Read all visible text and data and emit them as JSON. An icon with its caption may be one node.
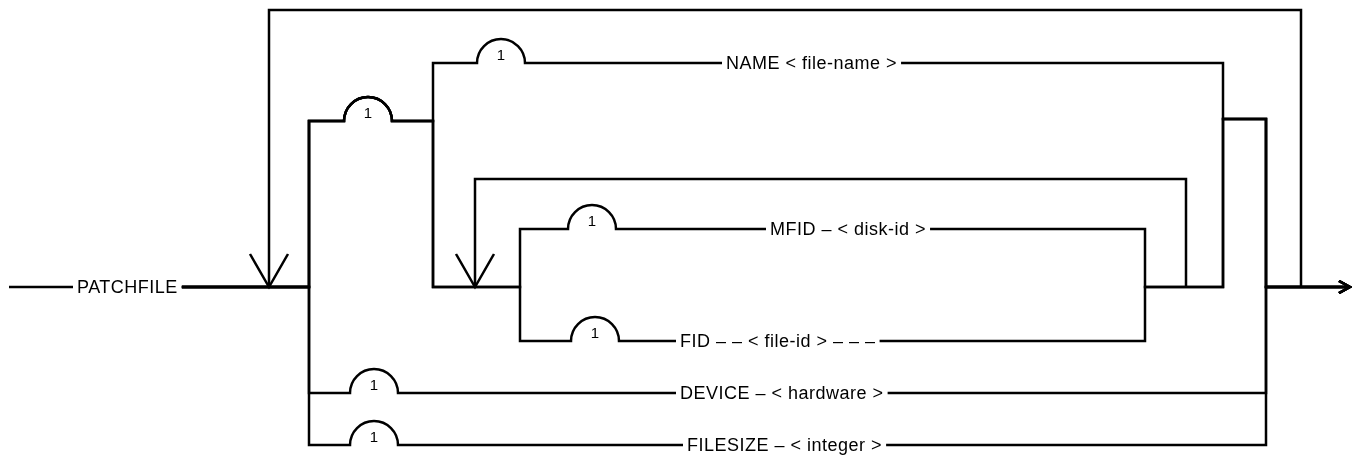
{
  "diagram": {
    "nodes": [
      {
        "text": [
          "PATCHFILE"
        ]
      },
      {
        "text": [
          "NAME < file-name >"
        ]
      },
      {
        "text": [
          "MFID – < disk-id >"
        ]
      },
      {
        "text": [
          "FID – – < file-id > – – –"
        ]
      },
      {
        "text": [
          "DEVICE – < hardware >"
        ]
      },
      {
        "text": [
          "FILESIZE – < integer >"
        ]
      }
    ],
    "edges": [
      {
        "from": null,
        "to": 0,
        "arrow": "none"
      },
      {
        "from": 0,
        "to": 1,
        "arrow": "none"
      },
      {
        "from": 0,
        "to": 2,
        "arrow": "none"
      },
      {
        "from": 0,
        "to": 3,
        "arrow": "none"
      },
      {
        "from": 0,
        "to": 4,
        "arrow": "none"
      },
      {
        "from": 0,
        "to": 5,
        "arrow": "none"
      },
      {
        "from": 1,
        "to": null,
        "arrow": "to"
      },
      {
        "from": 2,
        "to": null,
        "arrow": "to"
      },
      {
        "from": 3,
        "to": null,
        "arrow": "to"
      },
      {
        "from": 4,
        "to": null,
        "arrow": "to"
      },
      {
        "from": 5,
        "to": null,
        "arrow": "to"
      }
    ],
    "labels": [
      "1",
      "1",
      "1",
      "1",
      "1",
      "1"
    ]
  }
}
